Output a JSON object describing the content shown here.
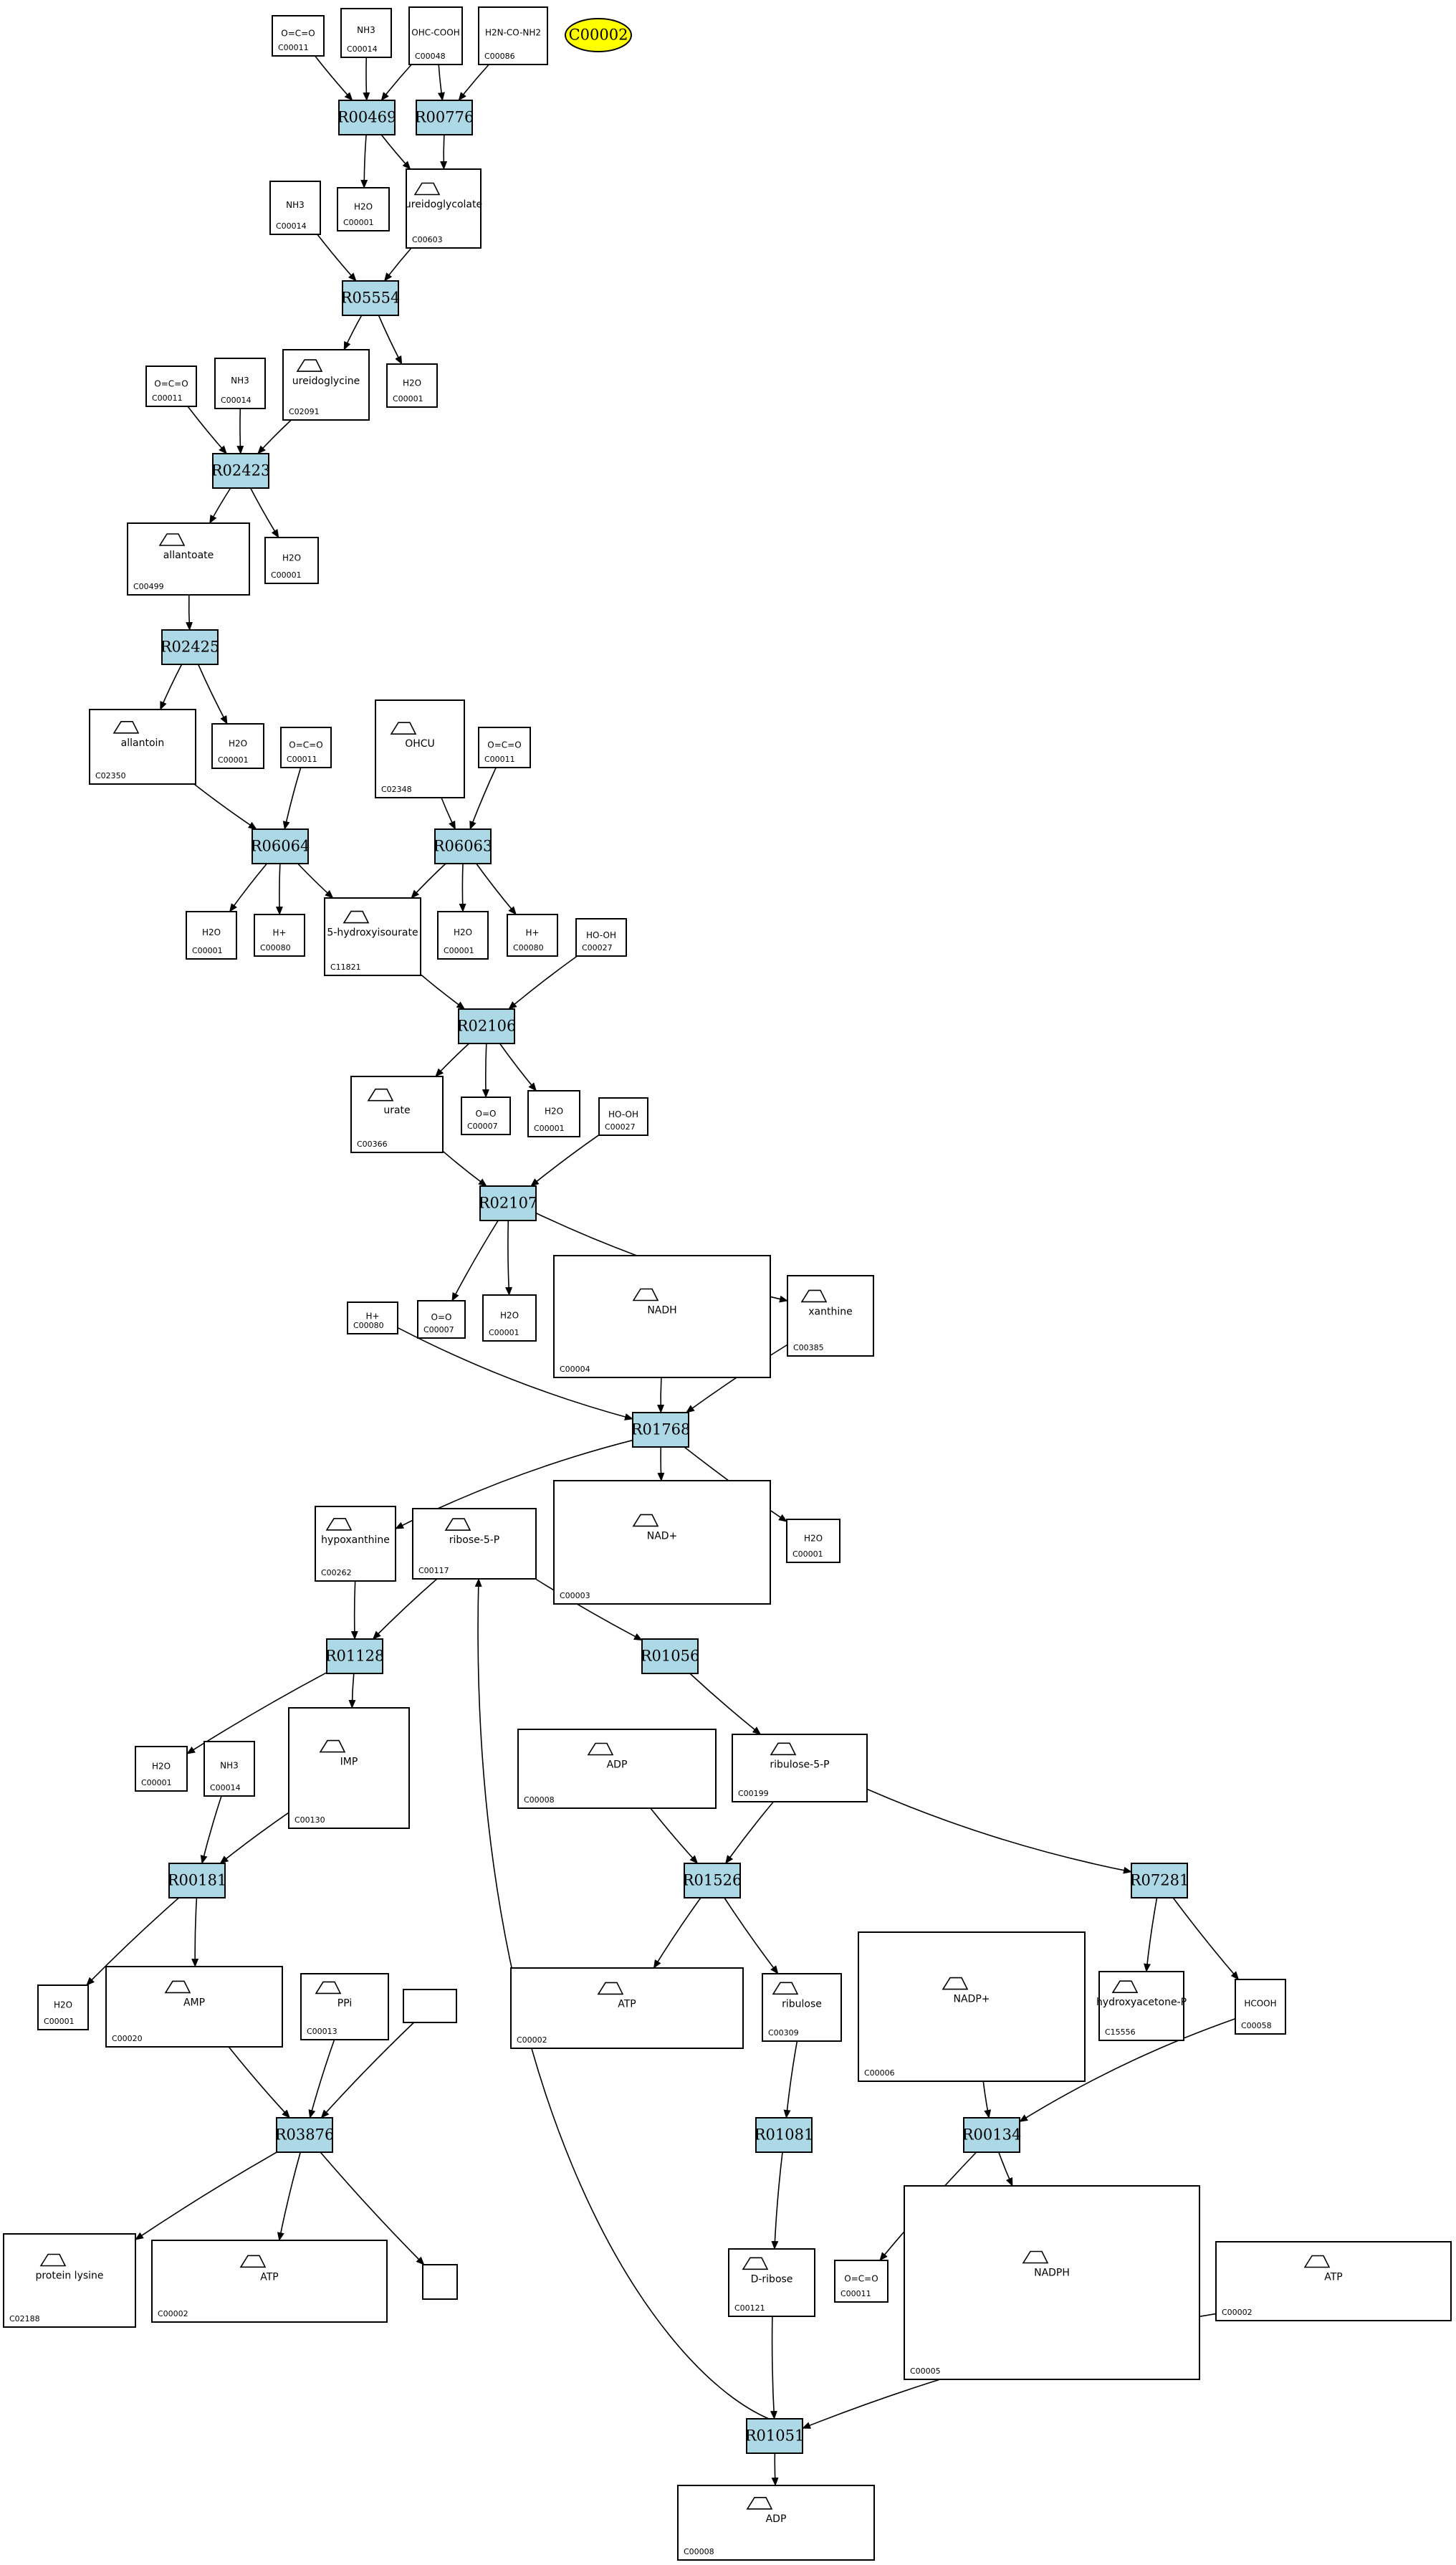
{
  "legend": {
    "compound_id": "C00002",
    "fill": "#ffff00"
  },
  "colors": {
    "reaction_fill": "#add8e6",
    "compound_fill": "#ffffff",
    "stroke": "#000000"
  },
  "reactions": [
    {
      "key": "R00469",
      "label": "R00469"
    },
    {
      "key": "R00776",
      "label": "R00776"
    },
    {
      "key": "R05554",
      "label": "R05554"
    },
    {
      "key": "R02423",
      "label": "R02423"
    },
    {
      "key": "R02425",
      "label": "R02425"
    },
    {
      "key": "R06064",
      "label": "R06064"
    },
    {
      "key": "R06063",
      "label": "R06063"
    },
    {
      "key": "R02106",
      "label": "R02106"
    },
    {
      "key": "R02107",
      "label": "R02107"
    },
    {
      "key": "R01768",
      "label": "R01768"
    },
    {
      "key": "R01128",
      "label": "R01128"
    },
    {
      "key": "R01056",
      "label": "R01056"
    },
    {
      "key": "R00181",
      "label": "R00181"
    },
    {
      "key": "R01526",
      "label": "R01526"
    },
    {
      "key": "R07281",
      "label": "R07281"
    },
    {
      "key": "R03876",
      "label": "R03876"
    },
    {
      "key": "R01081",
      "label": "R01081"
    },
    {
      "key": "R00134",
      "label": "R00134"
    },
    {
      "key": "R01051",
      "label": "R01051"
    }
  ],
  "compounds": [
    {
      "key": "c1",
      "id": "C00011",
      "formula": "O=C=O"
    },
    {
      "key": "c2",
      "id": "C00014",
      "formula": "NH3"
    },
    {
      "key": "c3",
      "id": "C00048",
      "formula": "OHC-COOH"
    },
    {
      "key": "c4",
      "id": "C00086",
      "formula": "H2N-CO-NH2"
    },
    {
      "key": "c5",
      "id": "C00014",
      "formula": "NH3"
    },
    {
      "key": "c6",
      "id": "C00001",
      "formula": "H2O"
    },
    {
      "key": "c7",
      "id": "C00603",
      "formula": "ureidoglycolate"
    },
    {
      "key": "c8",
      "id": "C00011",
      "formula": "O=C=O"
    },
    {
      "key": "c9",
      "id": "C00014",
      "formula": "NH3"
    },
    {
      "key": "c10",
      "id": "C02091",
      "formula": "ureidoglycine"
    },
    {
      "key": "c11",
      "id": "C00001",
      "formula": "H2O"
    },
    {
      "key": "c12",
      "id": "C00499",
      "formula": "allantoate"
    },
    {
      "key": "c13",
      "id": "C00001",
      "formula": "H2O"
    },
    {
      "key": "c14",
      "id": "C02350",
      "formula": "allantoin"
    },
    {
      "key": "c15",
      "id": "C00001",
      "formula": "H2O"
    },
    {
      "key": "c16",
      "id": "C00011",
      "formula": "O=C=O"
    },
    {
      "key": "c17",
      "id": "C02348",
      "formula": "OHCU"
    },
    {
      "key": "c18",
      "id": "C00011",
      "formula": "O=C=O"
    },
    {
      "key": "c19",
      "id": "C00001",
      "formula": "H2O"
    },
    {
      "key": "c20",
      "id": "C00080",
      "formula": "H+"
    },
    {
      "key": "c21",
      "id": "C11821",
      "formula": "5-hydroxyisourate"
    },
    {
      "key": "c22",
      "id": "C00001",
      "formula": "H2O"
    },
    {
      "key": "c23",
      "id": "C00080",
      "formula": "H+"
    },
    {
      "key": "c24",
      "id": "C00027",
      "formula": "HO-OH"
    },
    {
      "key": "c25",
      "id": "C00366",
      "formula": "urate"
    },
    {
      "key": "c26",
      "id": "C00007",
      "formula": "O=O"
    },
    {
      "key": "c27",
      "id": "C00001",
      "formula": "H2O"
    },
    {
      "key": "c28",
      "id": "C00027",
      "formula": "HO-OH"
    },
    {
      "key": "c29",
      "id": "C00080",
      "formula": "H+"
    },
    {
      "key": "c30",
      "id": "C00007",
      "formula": "O=O"
    },
    {
      "key": "c31",
      "id": "C00001",
      "formula": "H2O"
    },
    {
      "key": "c32",
      "id": "C00004",
      "formula": "NADH"
    },
    {
      "key": "c33",
      "id": "C00385",
      "formula": "xanthine"
    },
    {
      "key": "c34",
      "id": "C00262",
      "formula": "hypoxanthine"
    },
    {
      "key": "c35",
      "id": "C00117",
      "formula": "ribose-5-P"
    },
    {
      "key": "c36",
      "id": "C00003",
      "formula": "NAD+"
    },
    {
      "key": "c37",
      "id": "C00001",
      "formula": "H2O"
    },
    {
      "key": "c38",
      "id": "C00001",
      "formula": "H2O"
    },
    {
      "key": "c39",
      "id": "C00014",
      "formula": "NH3"
    },
    {
      "key": "c40",
      "id": "C00130",
      "formula": "IMP"
    },
    {
      "key": "c41",
      "id": "C00008",
      "formula": "ADP"
    },
    {
      "key": "c42",
      "id": "C00199",
      "formula": "ribulose-5-P"
    },
    {
      "key": "c43",
      "id": "C00001",
      "formula": "H2O"
    },
    {
      "key": "c44",
      "id": "C00020",
      "formula": "AMP"
    },
    {
      "key": "c45",
      "id": "C00013",
      "formula": "PPi"
    },
    {
      "key": "c46",
      "id": "",
      "formula": ""
    },
    {
      "key": "c47",
      "id": "C00002",
      "formula": "ATP"
    },
    {
      "key": "c48",
      "id": "C00309",
      "formula": "ribulose"
    },
    {
      "key": "c49",
      "id": "C00006",
      "formula": "NADP+"
    },
    {
      "key": "c50",
      "id": "C15556",
      "formula": "hydroxyacetone-P"
    },
    {
      "key": "c51",
      "id": "C00058",
      "formula": "HCOOH"
    },
    {
      "key": "c52",
      "id": "C02188",
      "formula": "protein lysine"
    },
    {
      "key": "c53",
      "id": "C00002",
      "formula": "ATP"
    },
    {
      "key": "c54",
      "id": "",
      "formula": ""
    },
    {
      "key": "c55",
      "id": "C00121",
      "formula": "D-ribose"
    },
    {
      "key": "c56",
      "id": "C00011",
      "formula": "O=C=O"
    },
    {
      "key": "c57",
      "id": "C00005",
      "formula": "NADPH"
    },
    {
      "key": "c58",
      "id": "C00002",
      "formula": "ATP"
    },
    {
      "key": "c59",
      "id": "C00008",
      "formula": "ADP"
    }
  ]
}
